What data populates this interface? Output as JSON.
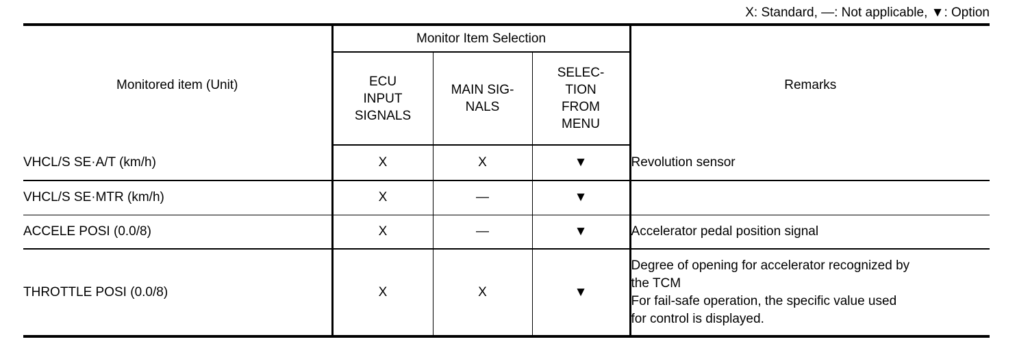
{
  "legend": {
    "text_before": "X: Standard, —: Not applicable, ",
    "triangle": "▼",
    "text_after": ": Option",
    "full": "X: Standard, —: Not applicable, ▼: Option"
  },
  "table": {
    "group_header": "Monitor Item Selection",
    "columns": {
      "item": "Monitored item (Unit)",
      "ecu_input_signals": "ECU\nINPUT\nSIGNALS",
      "ecu_line1": "ECU",
      "ecu_line2": "INPUT",
      "ecu_line3": "SIGNALS",
      "main_signals": "MAIN SIG-\nNALS",
      "main_line1": "MAIN SIG-",
      "main_line2": "NALS",
      "selection_from_menu": "SELEC-\nTION\nFROM\nMENU",
      "sel_line1": "SELEC-",
      "sel_line2": "TION",
      "sel_line3": "FROM",
      "sel_line4": "MENU",
      "remarks": "Remarks"
    },
    "symbols": {
      "standard": "X",
      "not_applicable": "—",
      "option": "▼"
    },
    "rows": [
      {
        "item": "VHCL/S SE·A/T (km/h)",
        "ecu": "X",
        "main": "X",
        "selection": "▼",
        "remarks_lines": [
          "Revolution sensor"
        ]
      },
      {
        "item": "VHCL/S SE·MTR (km/h)",
        "ecu": "X",
        "main": "—",
        "selection": "▼",
        "remarks_lines": []
      },
      {
        "item": "ACCELE POSI (0.0/8)",
        "ecu": "X",
        "main": "—",
        "selection": "▼",
        "remarks_lines": [
          "Accelerator pedal position signal"
        ]
      },
      {
        "item": "THROTTLE POSI (0.0/8)",
        "ecu": "X",
        "main": "X",
        "selection": "▼",
        "remarks_lines": [
          "Degree of opening for accelerator recognized by",
          "the TCM",
          "For fail-safe operation, the specific value used",
          "for control is displayed."
        ]
      }
    ]
  },
  "colors": {
    "ink": "#000000",
    "paper": "#ffffff"
  }
}
